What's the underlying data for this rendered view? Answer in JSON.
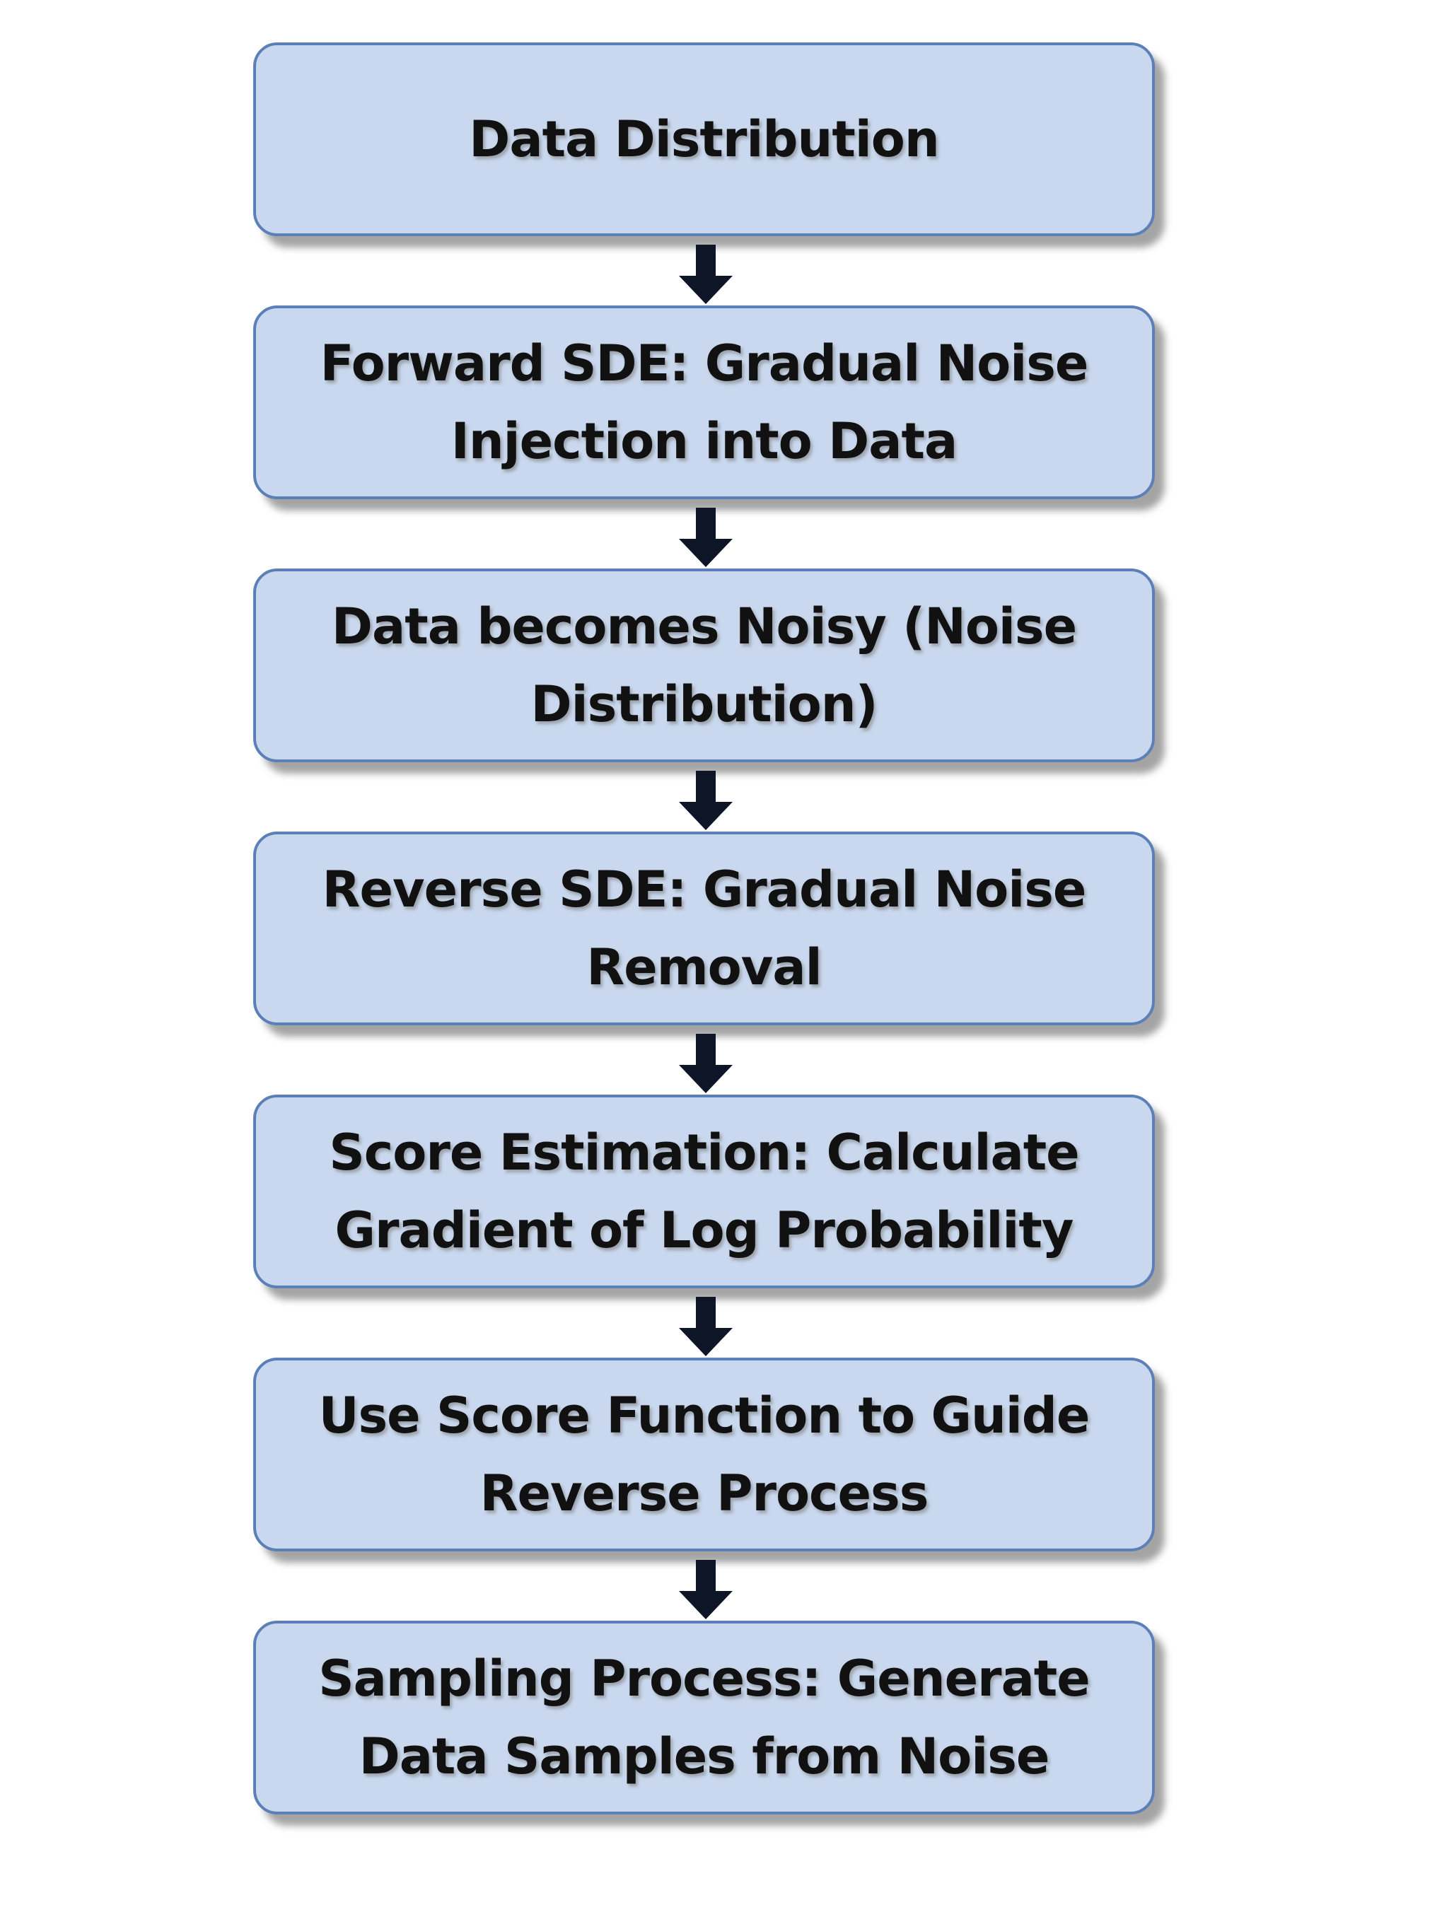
{
  "flowchart": {
    "steps": [
      {
        "label": "Data Distribution"
      },
      {
        "label": "Forward SDE: Gradual Noise Injection into Data"
      },
      {
        "label": "Data becomes Noisy (Noise Distribution)"
      },
      {
        "label": "Reverse SDE: Gradual Noise Removal"
      },
      {
        "label": "Score Estimation: Calculate Gradient of Log Probability"
      },
      {
        "label": "Use Score Function to Guide Reverse Process"
      },
      {
        "label": "Sampling Process: Generate Data Samples from Noise"
      }
    ],
    "colors": {
      "box_fill": "#c9d8ee",
      "box_border": "#5b80b8",
      "arrow": "#0d1526",
      "text": "#111111"
    }
  }
}
